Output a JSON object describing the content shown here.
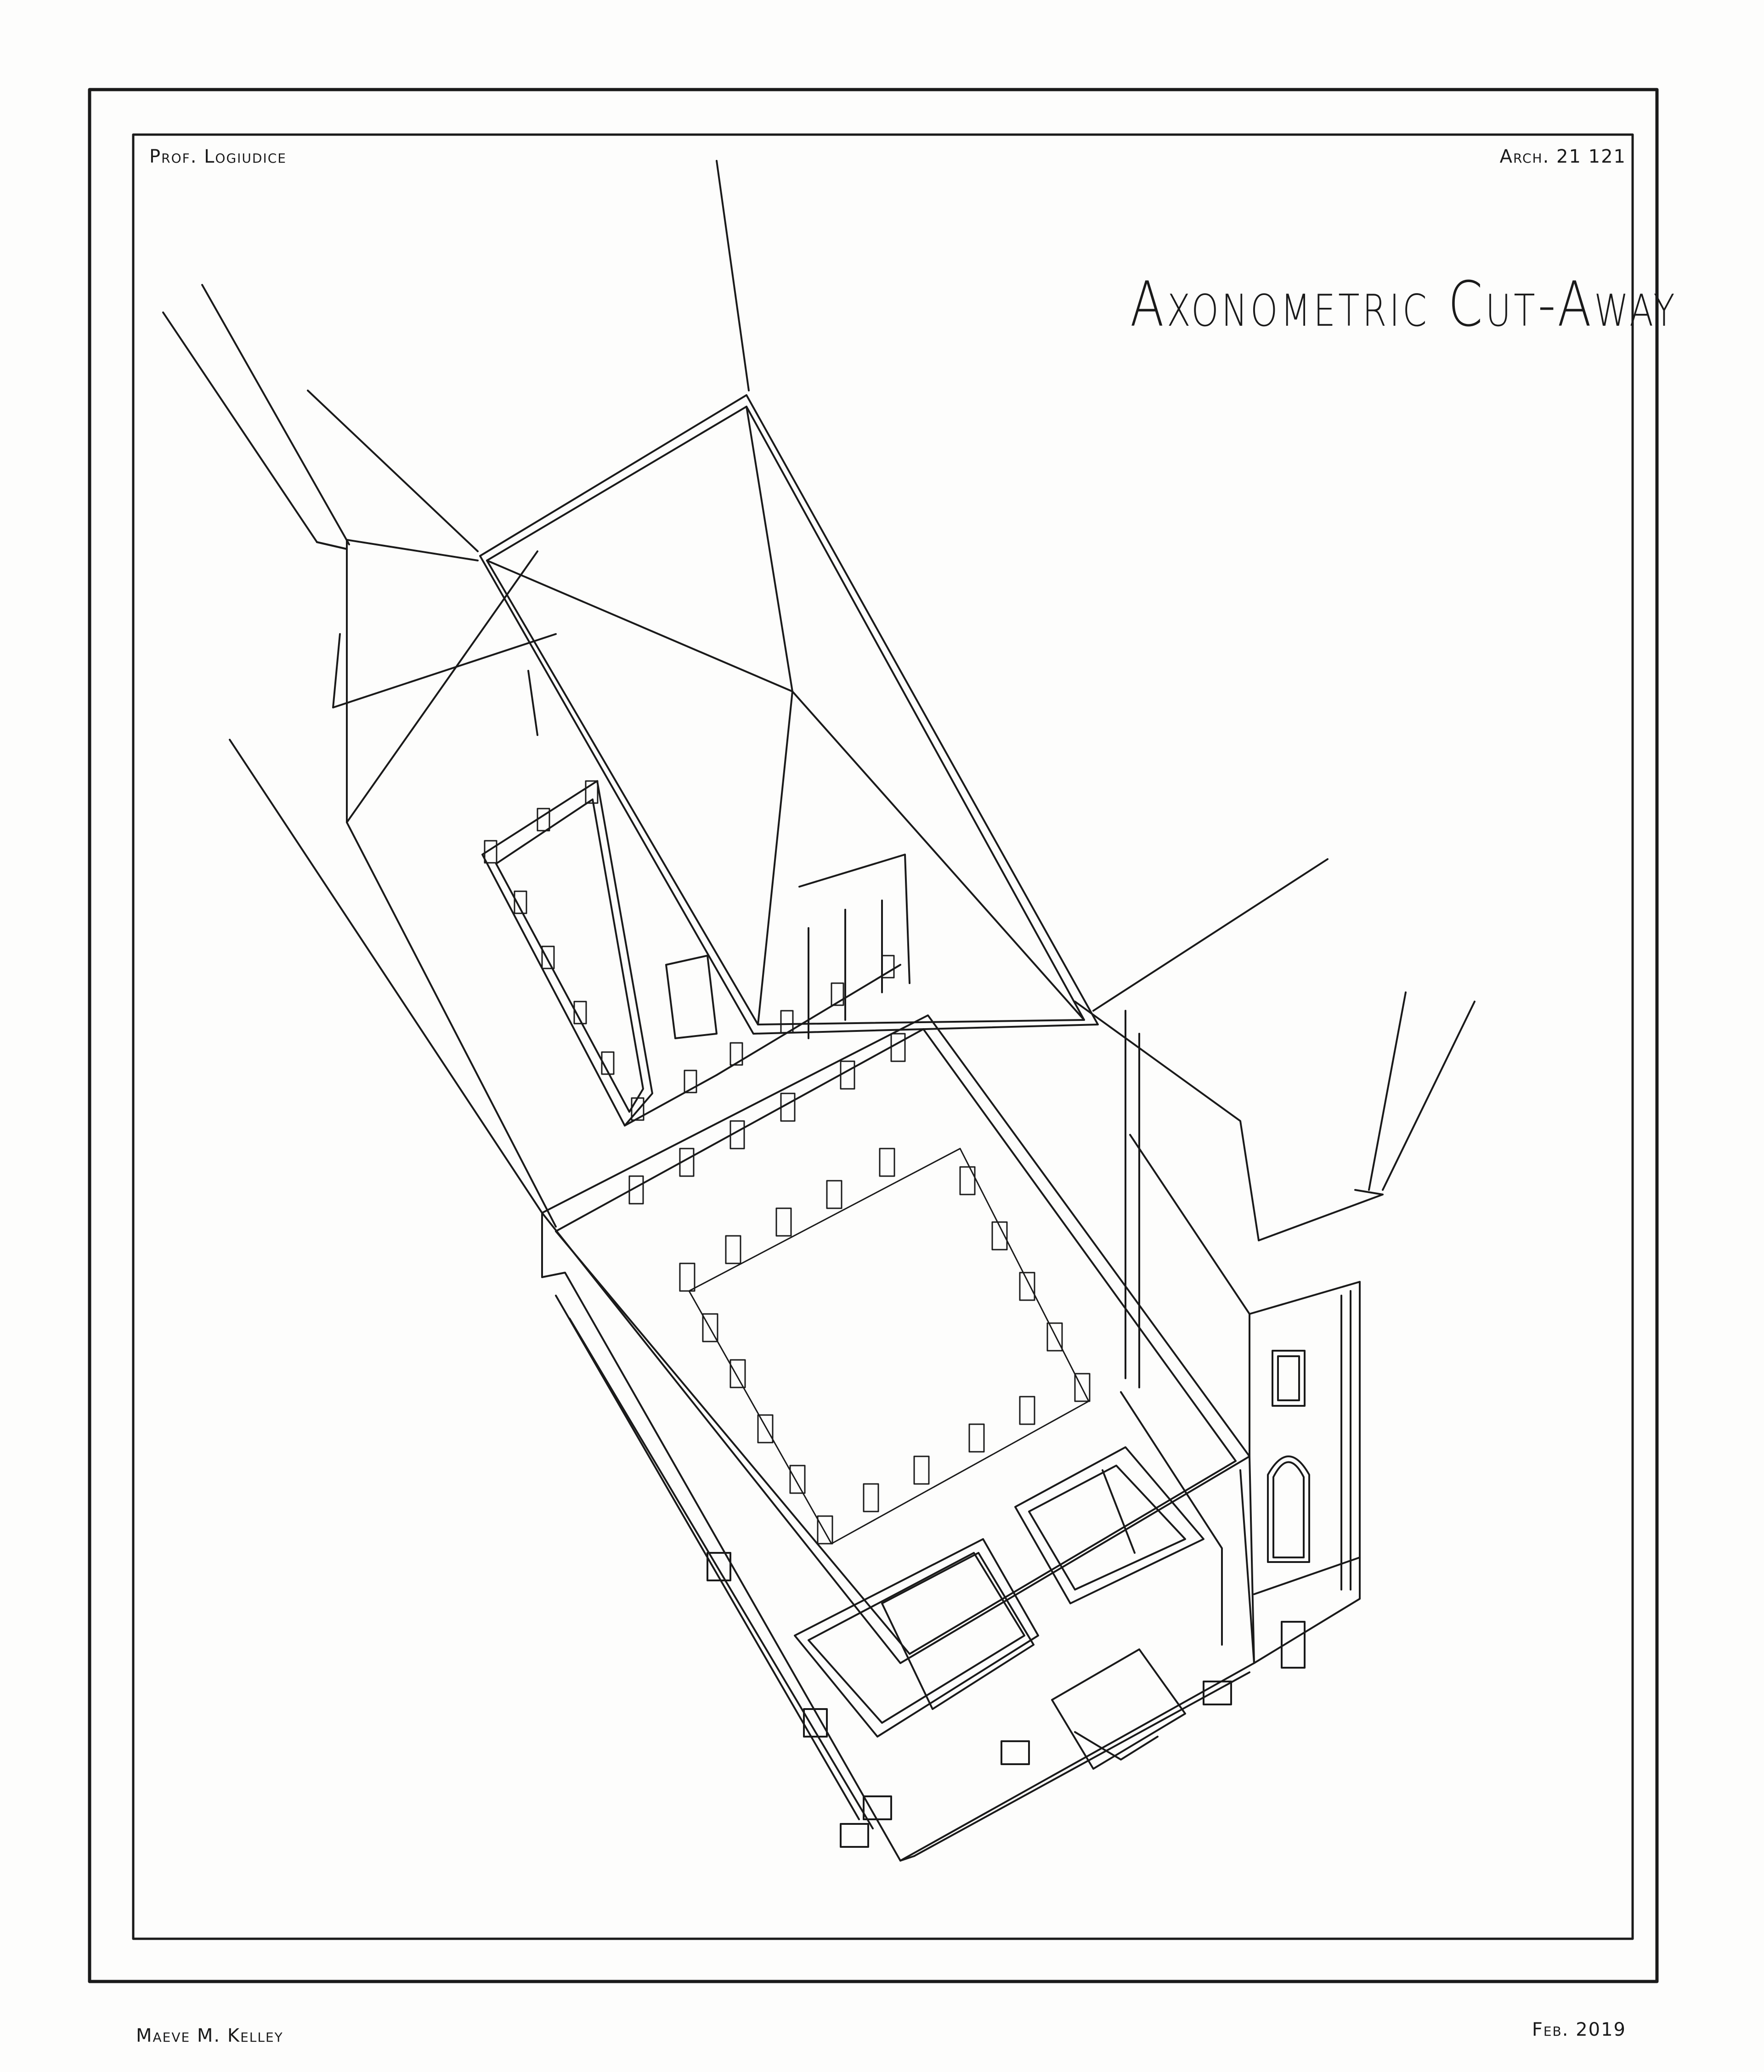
{
  "sheet": {
    "title": "Axonometric Cut-Away",
    "professor": "Prof. Logiudice",
    "course": "Arch. 21 121",
    "author": "Maeve M. Kelley",
    "date": "Feb. 2019"
  },
  "style": {
    "ink_color": "#1a1a1a",
    "paper_color": "#fdfdfc"
  }
}
